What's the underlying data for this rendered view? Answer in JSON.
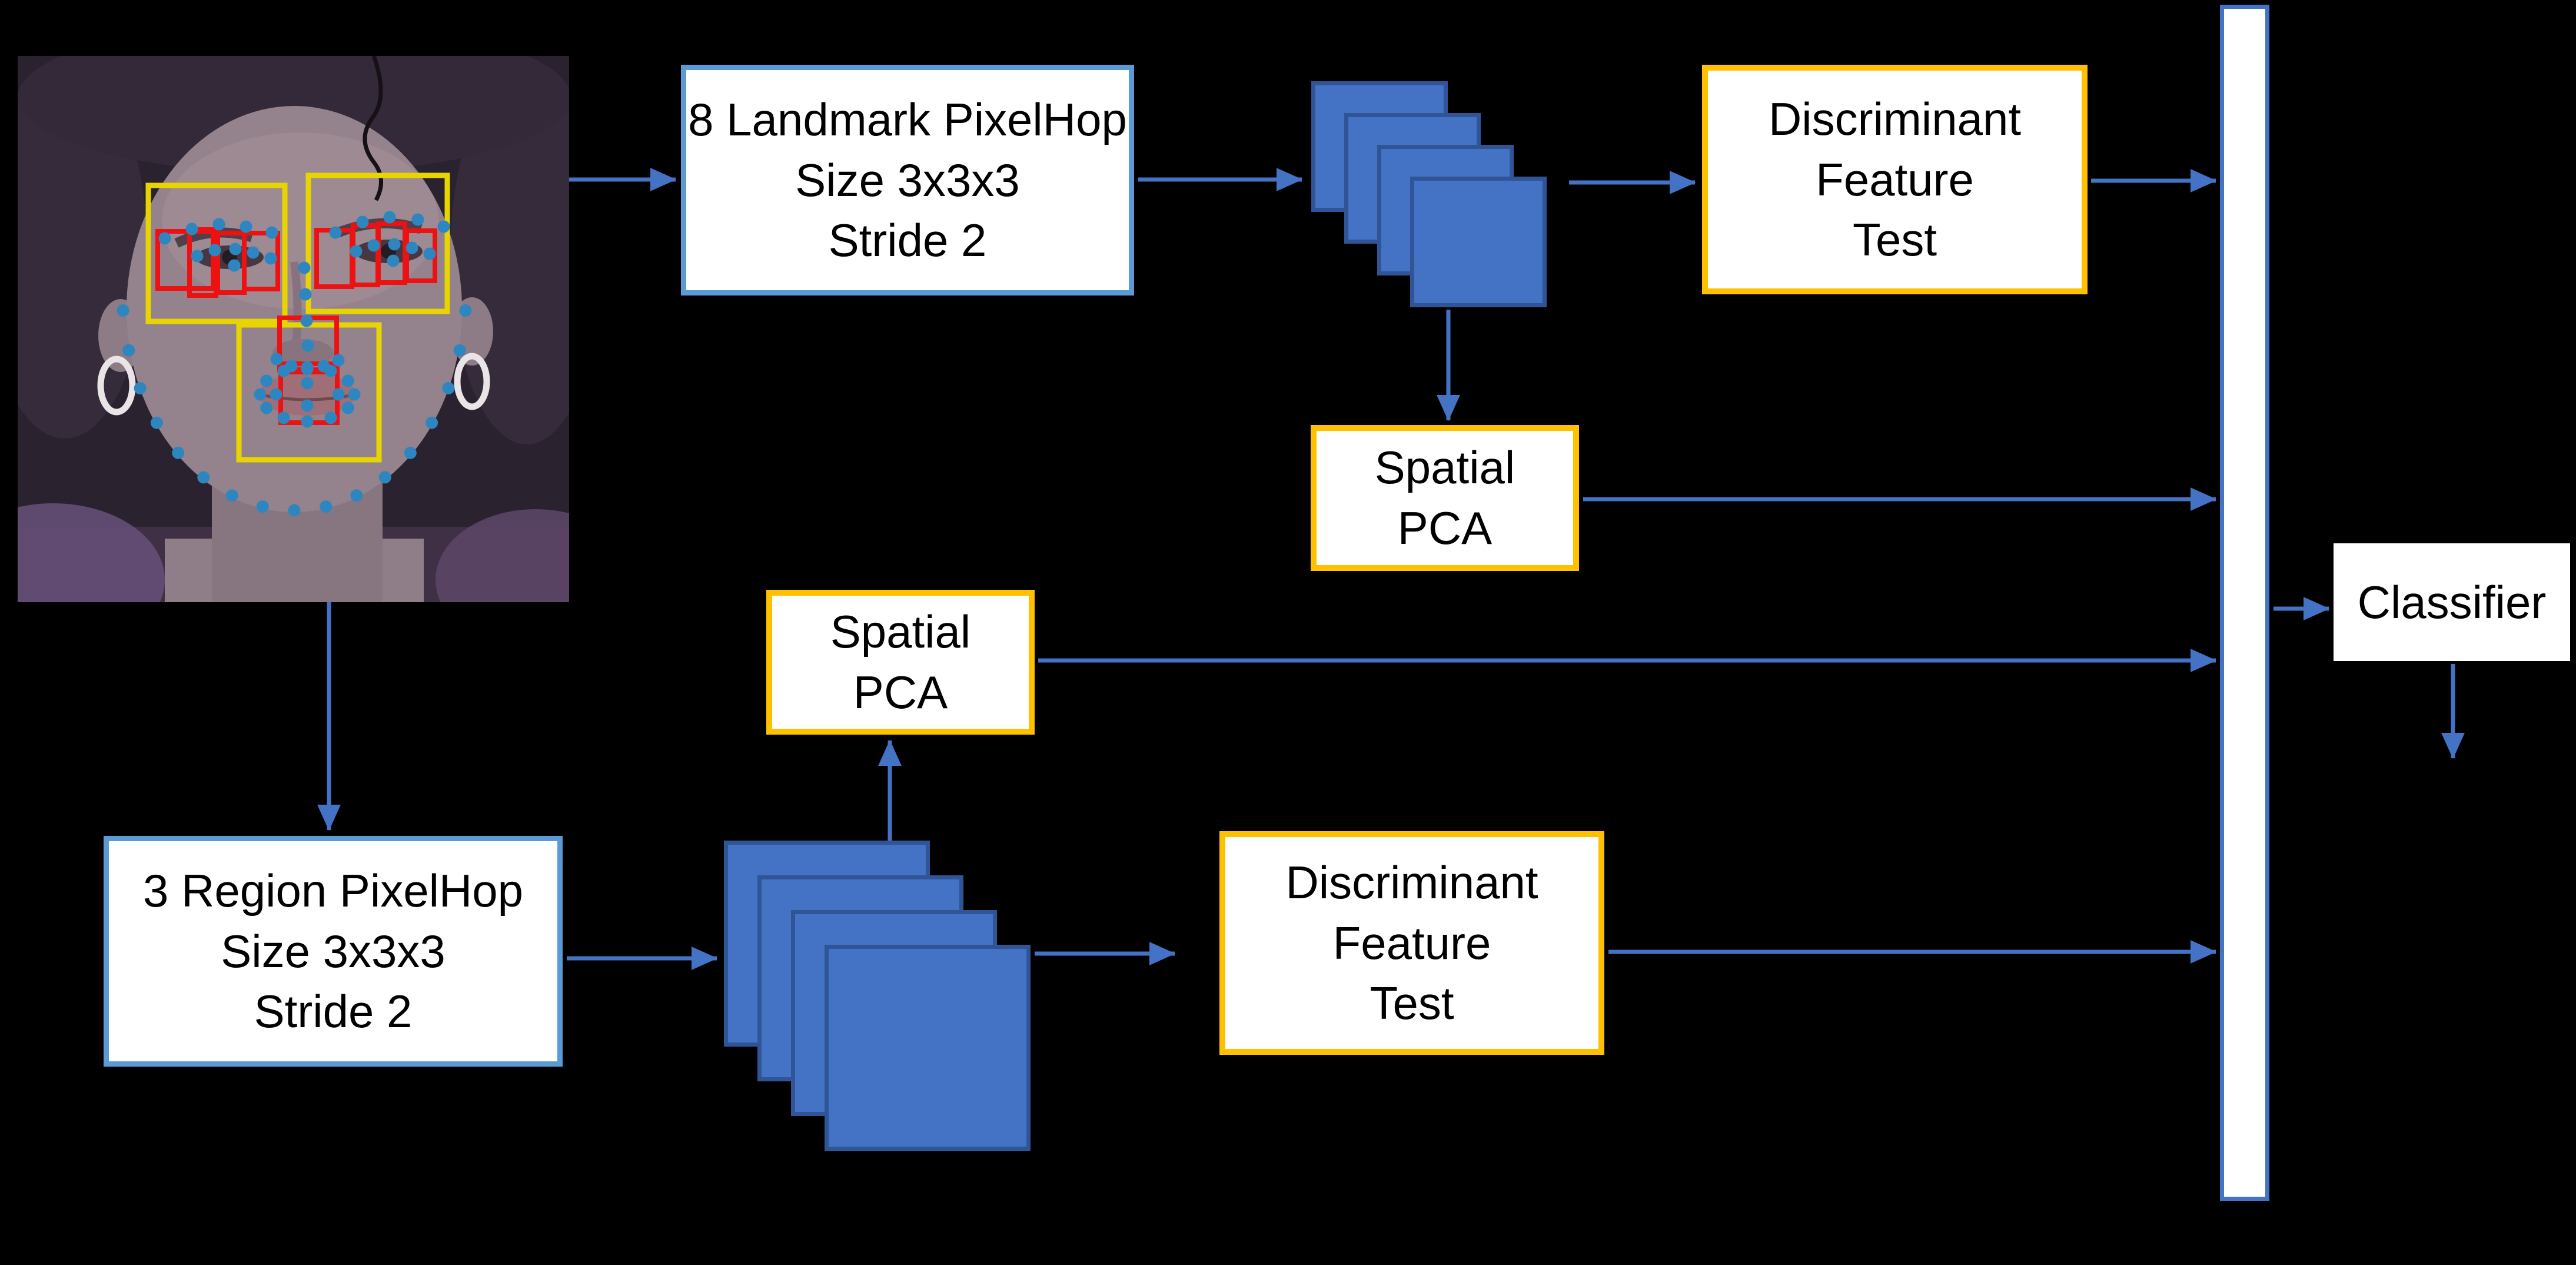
{
  "colors": {
    "background": "#000000",
    "arrow": "#4472C4",
    "pixelhop_border": "#5B9BD5",
    "dft_border": "#FFC000",
    "feature_map_fill": "#4472C4",
    "feature_map_border": "#2F5597",
    "region_box_yellow": "#E8D400",
    "landmark_window_red": "#EE1111",
    "landmark_dot_blue": "#2E86C1",
    "node_fill": "#FFFFFF",
    "text": "#000000"
  },
  "nodes": {
    "face": {
      "description": "Face image with blue facial-landmark dots, 3 yellow region boxes and red landmark patch boxes"
    },
    "landmark_pixelhop": {
      "lines": [
        "8 Landmark PixelHop",
        "Size 3x3x3",
        "Stride 2"
      ]
    },
    "dft_top": {
      "lines": [
        "Discriminant",
        "Feature",
        "Test"
      ]
    },
    "spatial_pca_top": {
      "lines": [
        "Spatial",
        "PCA"
      ]
    },
    "spatial_pca_mid": {
      "lines": [
        "Spatial",
        "PCA"
      ]
    },
    "region_pixelhop": {
      "lines": [
        "3 Region PixelHop",
        "Size 3x3x3",
        "Stride 2"
      ]
    },
    "dft_bottom": {
      "lines": [
        "Discriminant",
        "Feature",
        "Test"
      ]
    },
    "classifier": {
      "label": "Classifier"
    },
    "feature_stack_top": {
      "square_count": 4
    },
    "feature_stack_bottom": {
      "square_count": 4
    }
  }
}
